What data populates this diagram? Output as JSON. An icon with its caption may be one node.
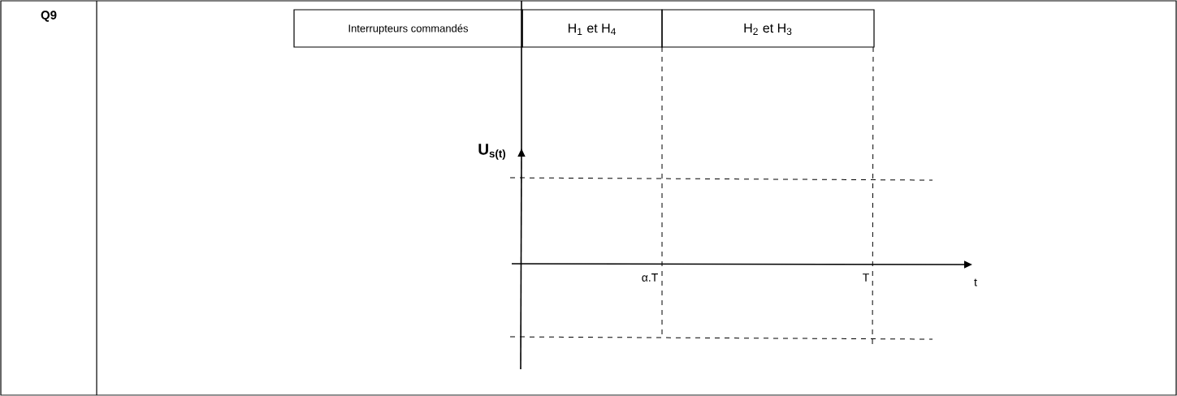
{
  "diagram": {
    "labels": [
      "Q9",
      "Interrupteurs commandés",
      "H$_{1}$ et H$_{4}$",
      "H$_{2}$ et H$_{3}$",
      "U$_{s(t)}$",
      "α.T",
      "T",
      "t"
    ]
  }
}
